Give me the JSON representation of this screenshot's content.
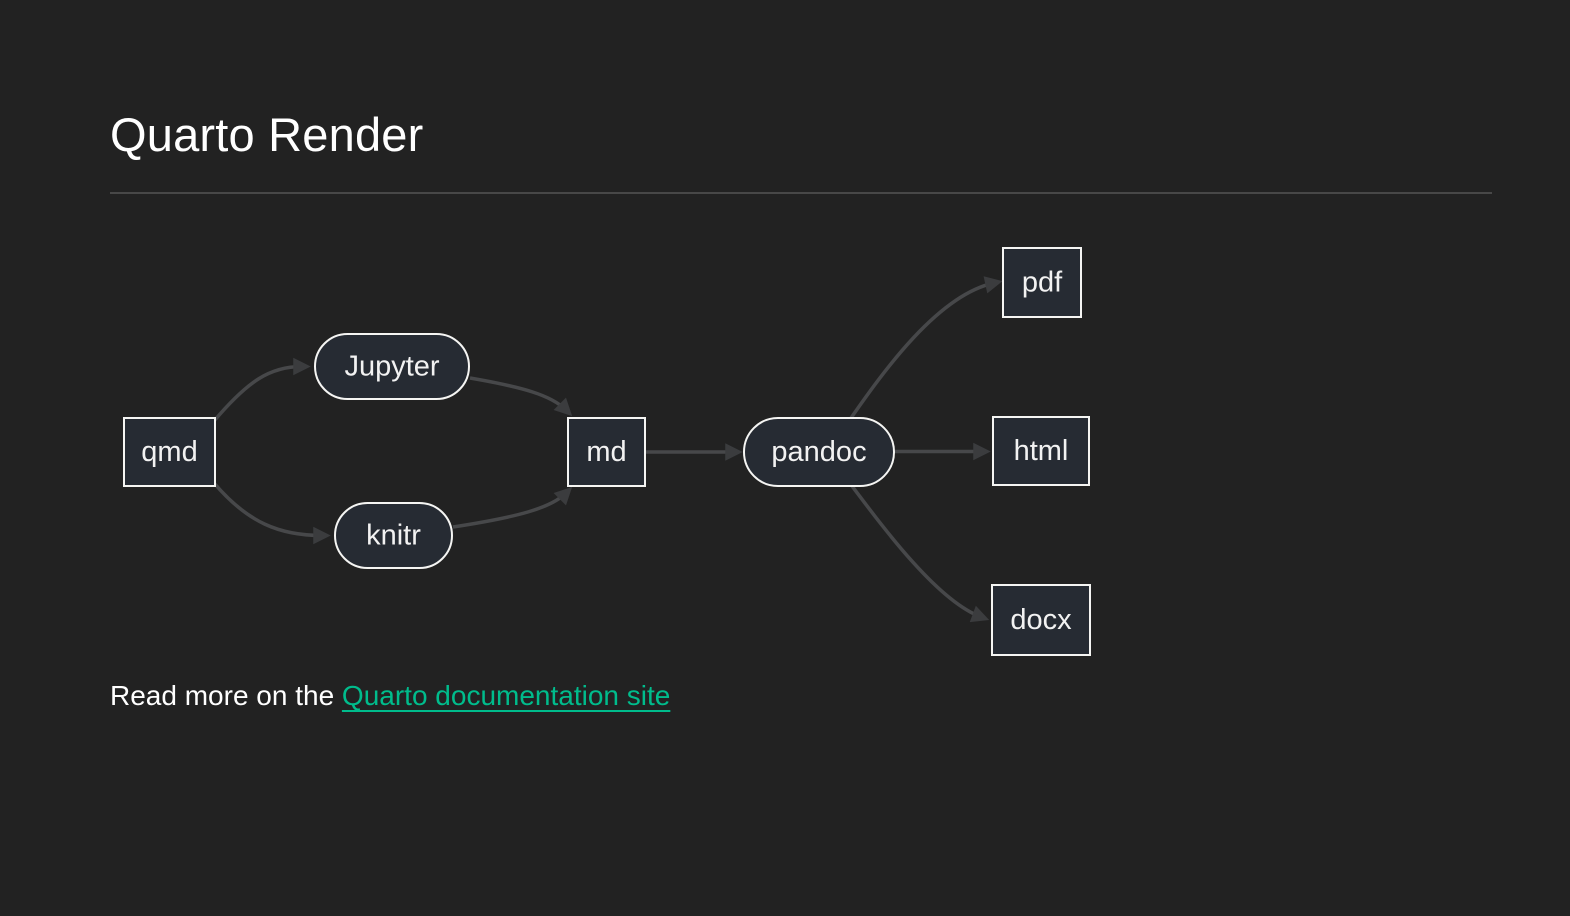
{
  "page": {
    "title": "Quarto Render"
  },
  "diagram": {
    "nodes": [
      {
        "id": "qmd",
        "label": "qmd",
        "shape": "rect"
      },
      {
        "id": "jupyter",
        "label": "Jupyter",
        "shape": "stadium"
      },
      {
        "id": "knitr",
        "label": "knitr",
        "shape": "stadium"
      },
      {
        "id": "md",
        "label": "md",
        "shape": "rect"
      },
      {
        "id": "pandoc",
        "label": "pandoc",
        "shape": "stadium"
      },
      {
        "id": "pdf",
        "label": "pdf",
        "shape": "rect"
      },
      {
        "id": "html",
        "label": "html",
        "shape": "rect"
      },
      {
        "id": "docx",
        "label": "docx",
        "shape": "rect"
      }
    ],
    "edges": [
      {
        "from": "qmd",
        "to": "jupyter"
      },
      {
        "from": "qmd",
        "to": "knitr"
      },
      {
        "from": "jupyter",
        "to": "md"
      },
      {
        "from": "knitr",
        "to": "md"
      },
      {
        "from": "md",
        "to": "pandoc"
      },
      {
        "from": "pandoc",
        "to": "pdf"
      },
      {
        "from": "pandoc",
        "to": "html"
      },
      {
        "from": "pandoc",
        "to": "docx"
      }
    ]
  },
  "footer": {
    "text_prefix": "Read more on the ",
    "link_text": "Quarto documentation site"
  },
  "colors": {
    "page_bg": "#222222",
    "title_color": "#ffffff",
    "divider_color": "#484848",
    "body_text": "#ffffff",
    "link_color": "#00bc8c",
    "node_fill": "#262b33",
    "node_border": "#f5f5f3",
    "node_text": "#f2f2f2",
    "edge_line": "#47484a",
    "arrowhead": "#3b3c3e"
  }
}
